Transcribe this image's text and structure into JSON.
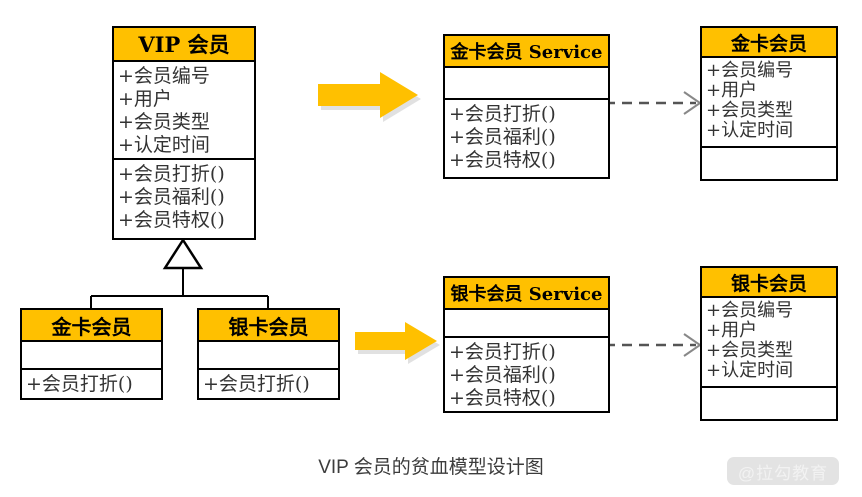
{
  "diagram": {
    "caption": "VIP 会员的贫血模型设计图",
    "watermark": "@拉勾教育",
    "colors": {
      "header_fill": "#FFC000",
      "arrow_fill": "#FFC000",
      "border": "#000000",
      "text": "#333333",
      "background": "#FFFFFF",
      "caption_text": "#3C3C3C"
    }
  },
  "classes": {
    "vip": {
      "name": "VIP 会员",
      "attributes": [
        "+会员编号",
        "+用户",
        "+会员类型",
        "+认定时间"
      ],
      "methods": [
        "+会员打折()",
        "+会员福利()",
        "+会员特权()"
      ]
    },
    "gold_sub": {
      "name": "金卡会员",
      "attributes": [],
      "methods": [
        "+会员打折()"
      ]
    },
    "silver_sub": {
      "name": "银卡会员",
      "attributes": [],
      "methods": [
        "+会员打折()"
      ]
    },
    "gold_service": {
      "name": "金卡会员 Service",
      "attributes": [],
      "methods": [
        "+会员打折()",
        "+会员福利()",
        "+会员特权()"
      ]
    },
    "silver_service": {
      "name": "银卡会员 Service",
      "attributes": [],
      "methods": [
        "+会员打折()",
        "+会员福利()",
        "+会员特权()"
      ]
    },
    "gold_entity": {
      "name": "金卡会员",
      "attributes": [
        "+会员编号",
        "+用户",
        "+会员类型",
        "+认定时间"
      ],
      "methods": []
    },
    "silver_entity": {
      "name": "银卡会员",
      "attributes": [
        "+会员编号",
        "+用户",
        "+会员类型",
        "+认定时间"
      ],
      "methods": []
    }
  },
  "relations": {
    "generalization_gold": {
      "type": "generalization",
      "from": "金卡会员",
      "to": "VIP 会员"
    },
    "generalization_silver": {
      "type": "generalization",
      "from": "银卡会员",
      "to": "VIP 会员"
    },
    "dependency_gold": {
      "type": "dependency",
      "from": "金卡会员 Service",
      "to": "金卡会员"
    },
    "dependency_silver": {
      "type": "dependency",
      "from": "银卡会员 Service",
      "to": "银卡会员"
    },
    "flow_gold": {
      "type": "transform-arrow",
      "from": "VIP 会员",
      "to": "金卡会员 Service"
    },
    "flow_silver": {
      "type": "transform-arrow",
      "from": "银卡会员",
      "to": "银卡会员 Service"
    }
  }
}
